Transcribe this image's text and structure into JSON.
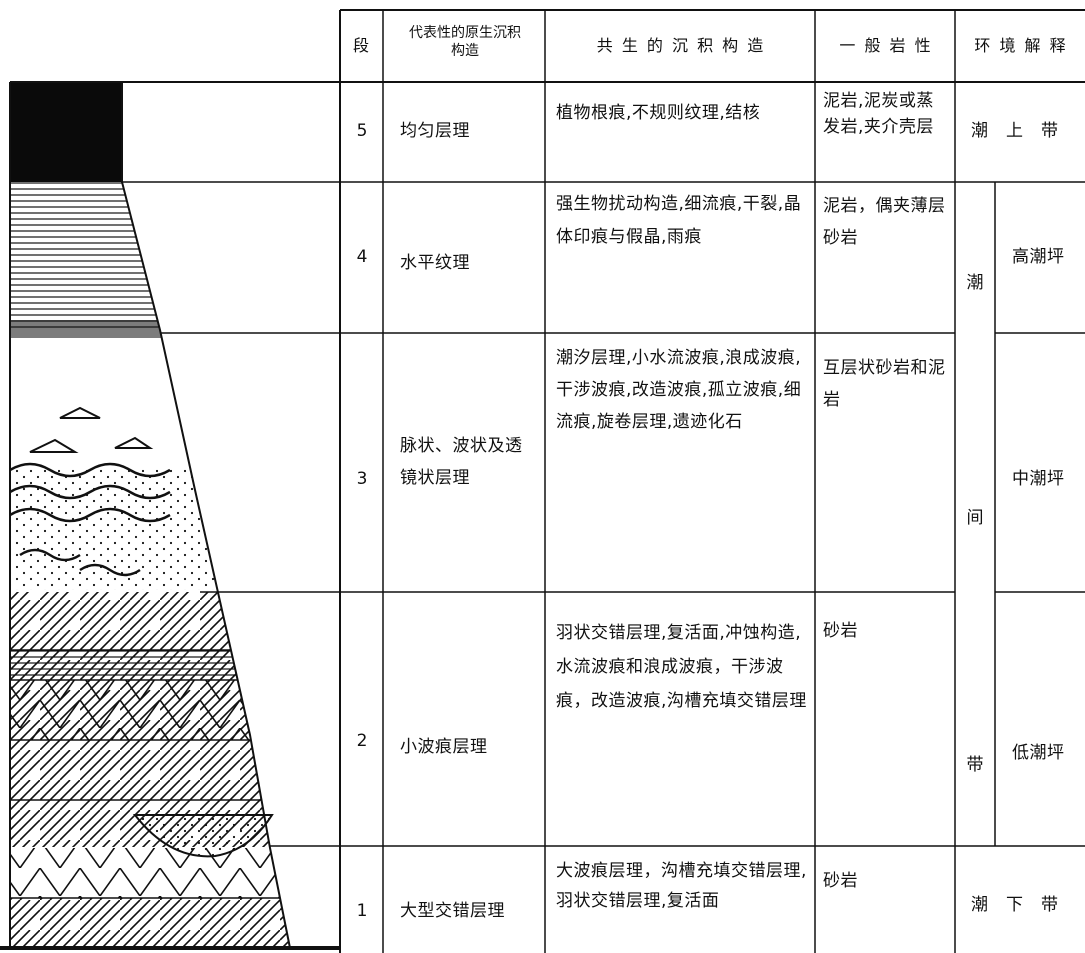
{
  "headers": {
    "segment": "段",
    "primary_structure": "代表性的原生沉积构造",
    "coexisting_structures": "共 生 的 沉 积 构 造",
    "lithology": "一 般 岩 性",
    "environment": "环 境 解 释"
  },
  "rows": [
    {
      "segment": "5",
      "primary": "均匀层理",
      "coexisting": "植物根痕,不规则纹理,结核",
      "lithology": "泥岩,泥炭或蒸发岩,夹介壳层"
    },
    {
      "segment": "4",
      "primary": "水平纹理",
      "coexisting": "强生物扰动构造,细流痕,干裂,晶体印痕与假晶,雨痕",
      "lithology": "泥岩，偶夹薄层砂岩"
    },
    {
      "segment": "3",
      "primary": "脉状、波状及透镜状层理",
      "coexisting": "潮汐层理,小水流波痕,浪成波痕,干涉波痕,改造波痕,孤立波痕,细流痕,旋卷层理,遗迹化石",
      "lithology": "互层状砂岩和泥岩"
    },
    {
      "segment": "2",
      "primary": "小波痕层理",
      "coexisting": "羽状交错层理,复活面,冲蚀构造,水流波痕和浪成波痕，干涉波痕，改造波痕,沟槽充填交错层理",
      "lithology": "砂岩"
    },
    {
      "segment": "1",
      "primary": "大型交错层理",
      "coexisting": "大波痕层理，沟槽充填交错层理,羽状交错层理,复活面",
      "lithology": "砂岩"
    }
  ],
  "environment": {
    "supratidal": "潮上带",
    "intertidal_chars": [
      "潮",
      "间",
      "带"
    ],
    "high_flat": "高潮坪",
    "middle_flat": "中潮坪",
    "low_flat": "低潮坪",
    "subtidal": "潮下带"
  }
}
